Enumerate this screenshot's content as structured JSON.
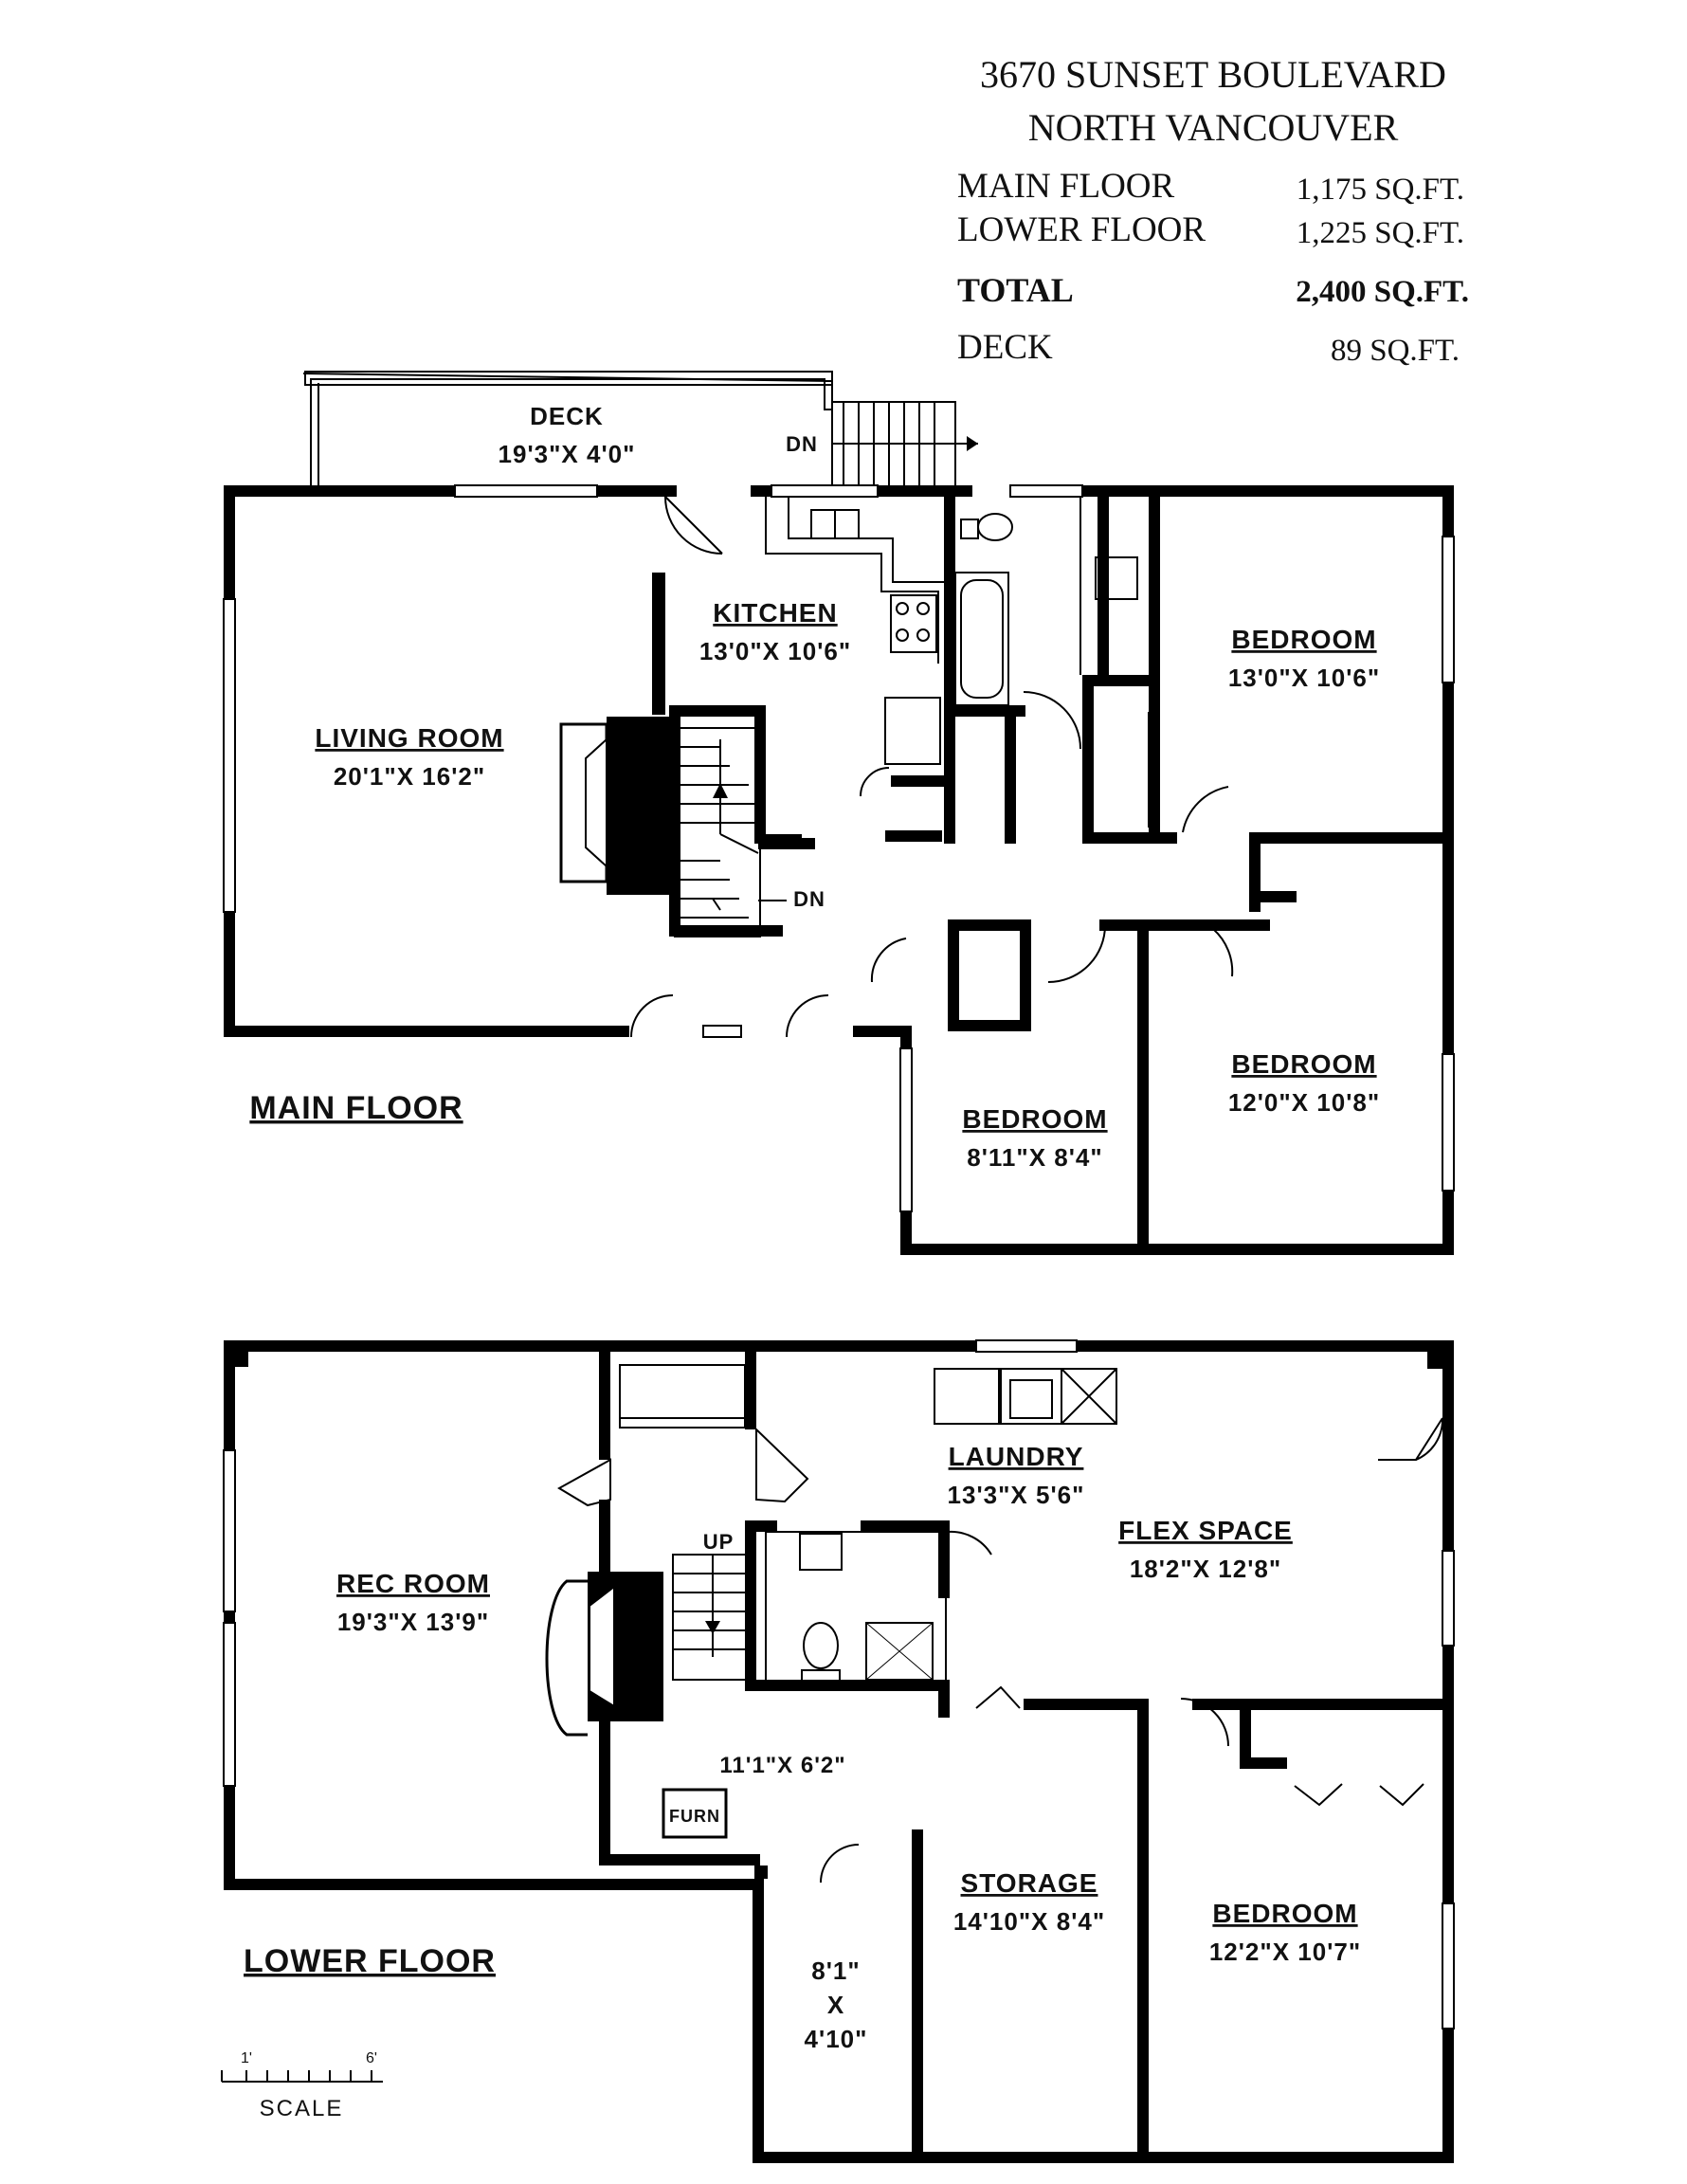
{
  "header": {
    "address_line1": "3670 SUNSET BOULEVARD",
    "address_line2": "NORTH VANCOUVER",
    "areas": [
      {
        "label": "MAIN FLOOR",
        "value": "1,175 SQ.FT.",
        "bold": false
      },
      {
        "label": "LOWER FLOOR",
        "value": "1,225 SQ.FT.",
        "bold": false
      },
      {
        "label": "TOTAL",
        "value": "2,400 SQ.FT.",
        "bold": true
      },
      {
        "label": "DECK",
        "value": "89 SQ.FT.",
        "bold": false
      }
    ]
  },
  "main_floor": {
    "title": "MAIN FLOOR",
    "deck": {
      "name": "DECK",
      "dims": "19'3\"X  4'0\""
    },
    "stairs_dn_deck": "DN",
    "stairs_dn_interior": "DN",
    "rooms": [
      {
        "id": "living",
        "name": "LIVING ROOM",
        "dims": "20'1\"X  16'2\""
      },
      {
        "id": "kitchen",
        "name": "KITCHEN",
        "dims": "13'0\"X  10'6\""
      },
      {
        "id": "bedroom1",
        "name": "BEDROOM",
        "dims": "13'0\"X  10'6\""
      },
      {
        "id": "bedroom2",
        "name": "BEDROOM",
        "dims": "12'0\"X  10'8\""
      },
      {
        "id": "bedroom3",
        "name": "BEDROOM",
        "dims": "8'11\"X  8'4\""
      }
    ]
  },
  "lower_floor": {
    "title": "LOWER FLOOR",
    "stairs_up": "UP",
    "furnace": "FURN",
    "rooms": [
      {
        "id": "rec",
        "name": "REC ROOM",
        "dims": "19'3\"X  13'9\""
      },
      {
        "id": "laundry",
        "name": "LAUNDRY",
        "dims": "13'3\"X  5'6\""
      },
      {
        "id": "flex",
        "name": "FLEX SPACE",
        "dims": "18'2\"X  12'8\""
      },
      {
        "id": "utility",
        "name": "",
        "dims": "11'1\"X  6'2\""
      },
      {
        "id": "storage",
        "name": "STORAGE",
        "dims": "14'10\"X  8'4\""
      },
      {
        "id": "bedroom",
        "name": "BEDROOM",
        "dims": "12'2\"X  10'7\""
      }
    ],
    "closet": {
      "dims_line1": "8'1\"",
      "dims_line2": "X",
      "dims_line3": "4'10\""
    }
  },
  "scale": {
    "label": "SCALE",
    "min_mark": "1'",
    "max_mark": "6'"
  }
}
